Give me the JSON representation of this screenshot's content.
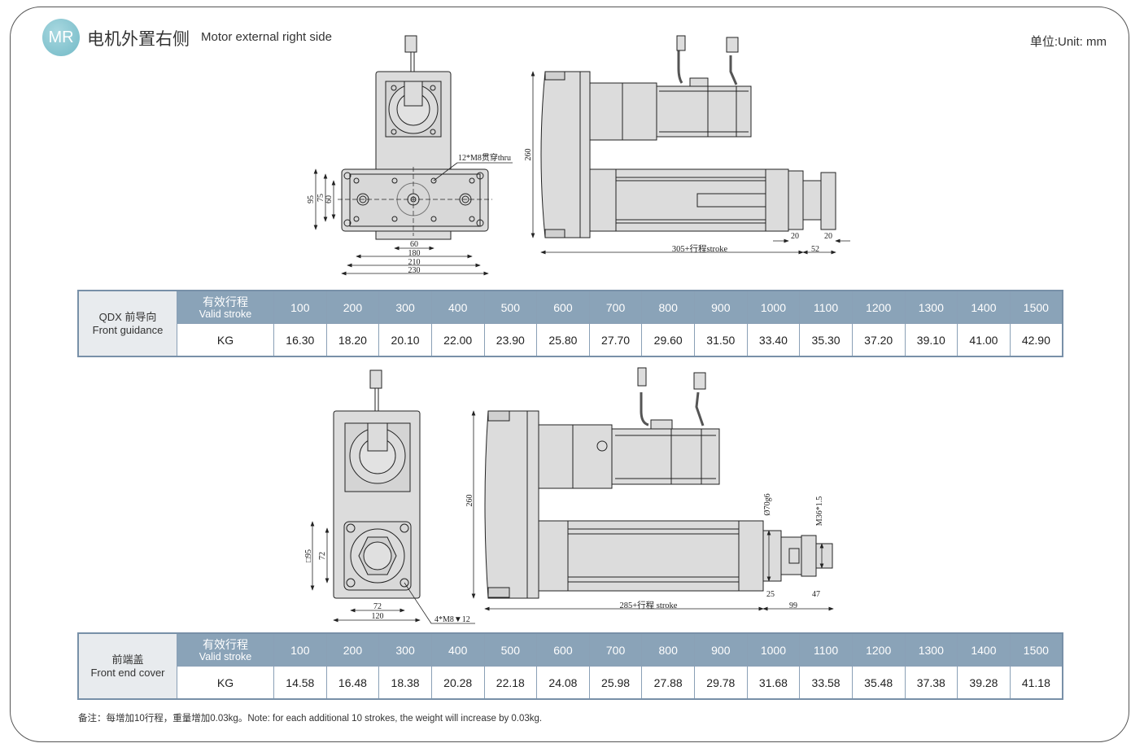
{
  "header": {
    "badge": "MR",
    "title_cn": "电机外置右侧",
    "title_en": "Motor external right side",
    "unit": "单位:Unit: mm"
  },
  "drawing_top": {
    "hole_note": "12*M8贯穿thru",
    "dims_vertical": [
      "95",
      "75",
      "60"
    ],
    "dims_horizontal": [
      "60",
      "180",
      "210",
      "230"
    ],
    "side_height": "260",
    "side_length": "305+行程stroke",
    "end_dims": [
      "20",
      "20",
      "52"
    ]
  },
  "table1": {
    "row_label_cn": "QDX 前导向",
    "row_label_en": "Front guidance",
    "stroke_label_cn": "有效行程",
    "stroke_label_en": "Valid stroke",
    "unit_label": "KG",
    "strokes": [
      "100",
      "200",
      "300",
      "400",
      "500",
      "600",
      "700",
      "800",
      "900",
      "1000",
      "1100",
      "1200",
      "1300",
      "1400",
      "1500"
    ],
    "weights": [
      "16.30",
      "18.20",
      "20.10",
      "22.00",
      "23.90",
      "25.80",
      "27.70",
      "29.60",
      "31.50",
      "33.40",
      "35.30",
      "37.20",
      "39.10",
      "41.00",
      "42.90"
    ]
  },
  "drawing_bottom": {
    "dims_vertical": [
      "□95",
      "72"
    ],
    "dims_horizontal": [
      "72",
      "120"
    ],
    "hole_note": "4*M8▼12",
    "side_height": "260",
    "side_length": "285+行程 stroke",
    "shaft_dia": "Ø70g6",
    "thread": "M36*1.5",
    "end_dims": [
      "25",
      "99",
      "47"
    ]
  },
  "table2": {
    "row_label_cn": "前端盖",
    "row_label_en": "Front end cover",
    "stroke_label_cn": "有效行程",
    "stroke_label_en": "Valid stroke",
    "unit_label": "KG",
    "strokes": [
      "100",
      "200",
      "300",
      "400",
      "500",
      "600",
      "700",
      "800",
      "900",
      "1000",
      "1100",
      "1200",
      "1300",
      "1400",
      "1500"
    ],
    "weights": [
      "14.58",
      "16.48",
      "18.38",
      "20.28",
      "22.18",
      "24.08",
      "25.98",
      "27.88",
      "29.78",
      "31.68",
      "33.58",
      "35.48",
      "37.38",
      "39.28",
      "41.18"
    ]
  },
  "note": "备注：每增加10行程，重量增加0.03kg。Note: for each additional 10 strokes, the weight will increase by 0.03kg."
}
